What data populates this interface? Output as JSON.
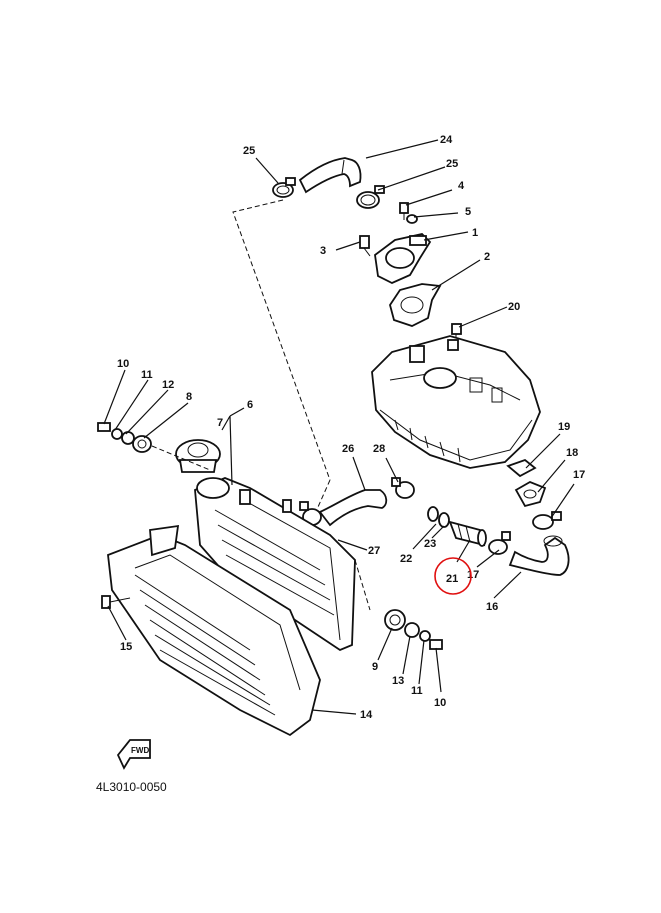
{
  "diagram_code": "4L3010-0050",
  "fwd_label": "FWD",
  "highlight_color": "#e01010",
  "highlighted_part": "21",
  "callouts": [
    {
      "id": "callout-1",
      "text": "1"
    },
    {
      "id": "callout-2",
      "text": "2"
    },
    {
      "id": "callout-3",
      "text": "3"
    },
    {
      "id": "callout-4",
      "text": "4"
    },
    {
      "id": "callout-5",
      "text": "5"
    },
    {
      "id": "callout-6",
      "text": "6"
    },
    {
      "id": "callout-7",
      "text": "7"
    },
    {
      "id": "callout-8",
      "text": "8"
    },
    {
      "id": "callout-9",
      "text": "9"
    },
    {
      "id": "callout-10a",
      "text": "10"
    },
    {
      "id": "callout-10b",
      "text": "10"
    },
    {
      "id": "callout-11a",
      "text": "11"
    },
    {
      "id": "callout-11b",
      "text": "11"
    },
    {
      "id": "callout-12",
      "text": "12"
    },
    {
      "id": "callout-13",
      "text": "13"
    },
    {
      "id": "callout-14",
      "text": "14"
    },
    {
      "id": "callout-15",
      "text": "15"
    },
    {
      "id": "callout-16",
      "text": "16"
    },
    {
      "id": "callout-17a",
      "text": "17"
    },
    {
      "id": "callout-17b",
      "text": "17"
    },
    {
      "id": "callout-18",
      "text": "18"
    },
    {
      "id": "callout-19",
      "text": "19"
    },
    {
      "id": "callout-20",
      "text": "20"
    },
    {
      "id": "callout-21",
      "text": "21"
    },
    {
      "id": "callout-22",
      "text": "22"
    },
    {
      "id": "callout-23",
      "text": "23"
    },
    {
      "id": "callout-24",
      "text": "24"
    },
    {
      "id": "callout-25a",
      "text": "25"
    },
    {
      "id": "callout-25b",
      "text": "25"
    },
    {
      "id": "callout-26",
      "text": "26"
    },
    {
      "id": "callout-27",
      "text": "27"
    },
    {
      "id": "callout-28",
      "text": "28"
    }
  ]
}
